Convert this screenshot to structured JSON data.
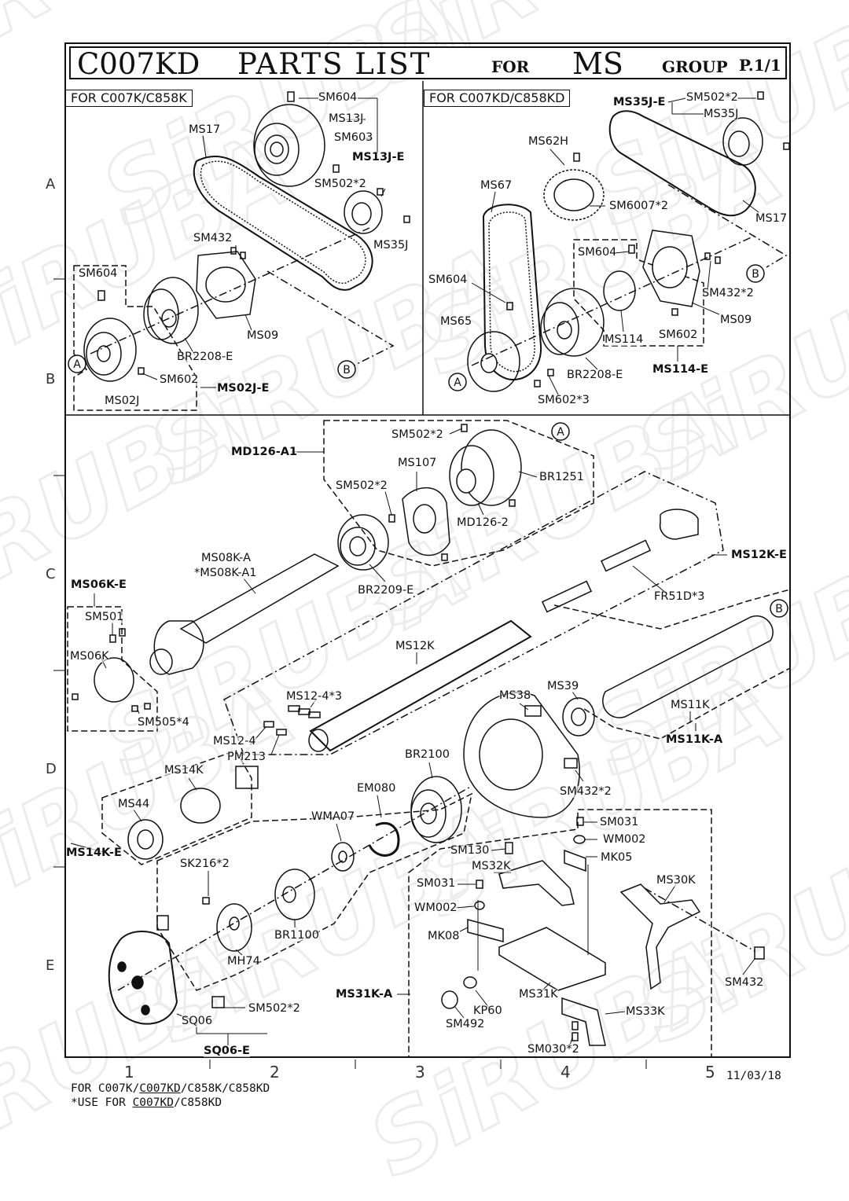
{
  "header": {
    "model": "C007KD",
    "parts_list": "PARTS LIST",
    "for_word": "FOR",
    "group_code": "MS",
    "group_word": "GROUP",
    "page": "P.1/1"
  },
  "watermark": "SiRUBA",
  "sections": {
    "top_left_title": "FOR C007K/C858K",
    "top_right_title": "FOR C007KD/C858KD"
  },
  "row_letters": [
    "A",
    "B",
    "C",
    "D",
    "E"
  ],
  "column_numbers": [
    "1",
    "2",
    "3",
    "4",
    "5"
  ],
  "callouts": [
    "A",
    "B"
  ],
  "parts_top_left": [
    "SM604",
    "MS13J",
    "SM603",
    "MS13J-E",
    "MS17",
    "SM502*2",
    "MS35J",
    "SM432",
    "SM604",
    "MS09",
    "BR2208-E",
    "SM602",
    "MS02J",
    "MS02J-E"
  ],
  "parts_top_right": [
    "MS35J-E",
    "SM502*2",
    "MS35J",
    "MS62H",
    "MS67",
    "SM6007*2",
    "MS17",
    "SM604",
    "SM432*2",
    "SM604",
    "MS65",
    "MS09",
    "MS114",
    "SM602",
    "BR2208-E",
    "MS114-E",
    "SM602*3"
  ],
  "parts_bottom": [
    "SM502*2",
    "MD126-A1",
    "MS107",
    "BR1251",
    "SM502*2",
    "MD126-2",
    "MS12K-E",
    "MS08K-A",
    "*MS08K-A1",
    "BR2209-E",
    "FR51D*3",
    "MS06K-E",
    "SM501",
    "MS12K",
    "MS06K",
    "MS12-4*3",
    "MS38",
    "MS39",
    "MS11K",
    "SM505*4",
    "MS11K-A",
    "MS12-4",
    "PM213",
    "BR2100",
    "SM432*2",
    "MS14K",
    "EM080",
    "MS44",
    "WMA07",
    "SM031",
    "WM002",
    "MS14K-E",
    "SM130",
    "MK05",
    "SK216*2",
    "MS32K",
    "MS30K",
    "SM031",
    "BR1100",
    "WM002",
    "MK08",
    "MH74",
    "SM432",
    "MS31K-A",
    "MS31K",
    "KP60",
    "SM502*2",
    "MS33K",
    "SQ06",
    "SM492",
    "SM030*2",
    "SQ06-E"
  ],
  "footer": {
    "line1_prefix": "FOR C007K/",
    "line1_underlined": "C007KD",
    "line1_suffix": "/C858K/C858KD",
    "line2_prefix": "*USE FOR ",
    "line2_underlined": "C007KD",
    "line2_suffix": "/C858KD",
    "date": "11/03/18"
  }
}
